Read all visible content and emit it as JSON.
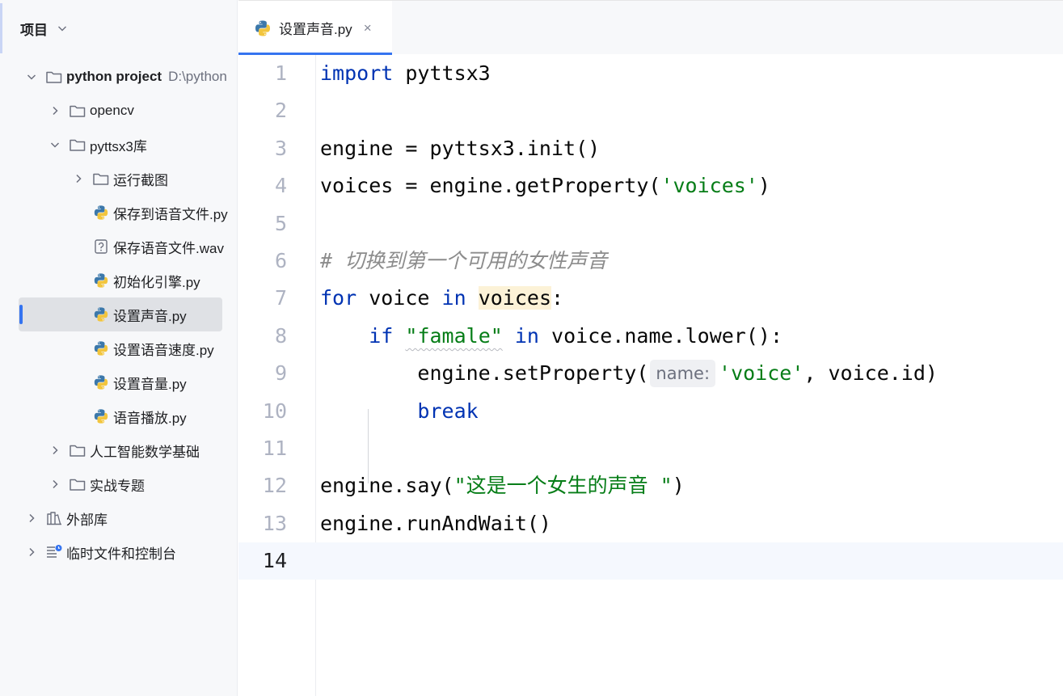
{
  "project_panel": {
    "title": "项目",
    "tree": [
      {
        "name": "tree-item-python-project",
        "label": "python project",
        "hint": "D:\\python",
        "depth": 0,
        "expanded": true,
        "icon": "folder-icon",
        "bold": true
      },
      {
        "name": "tree-item-opencv",
        "label": "opencv",
        "depth": 1,
        "expanded": false,
        "icon": "folder-icon"
      },
      {
        "name": "tree-item-pyttsx3",
        "label": "pyttsx3库",
        "depth": 1,
        "expanded": true,
        "icon": "folder-icon"
      },
      {
        "name": "tree-item-run-screenshots",
        "label": "运行截图",
        "depth": 2,
        "expanded": false,
        "icon": "folder-icon"
      },
      {
        "name": "tree-item-save-to-audio-file",
        "label": "保存到语音文件.py",
        "depth": 2,
        "icon": "python-file-icon"
      },
      {
        "name": "tree-item-wav-file",
        "label": "保存语音文件.wav",
        "depth": 2,
        "icon": "unknown-file-icon"
      },
      {
        "name": "tree-item-init-engine",
        "label": "初始化引擎.py",
        "depth": 2,
        "icon": "python-file-icon"
      },
      {
        "name": "tree-item-set-voice",
        "label": "设置声音.py",
        "depth": 2,
        "icon": "python-file-icon",
        "selected": true
      },
      {
        "name": "tree-item-set-rate",
        "label": "设置语音速度.py",
        "depth": 2,
        "icon": "python-file-icon"
      },
      {
        "name": "tree-item-set-volume",
        "label": "设置音量.py",
        "depth": 2,
        "icon": "python-file-icon"
      },
      {
        "name": "tree-item-play-speech",
        "label": "语音播放.py",
        "depth": 2,
        "icon": "python-file-icon"
      },
      {
        "name": "tree-item-ai-math",
        "label": "人工智能数学基础",
        "depth": 1,
        "expanded": false,
        "icon": "folder-icon"
      },
      {
        "name": "tree-item-practice",
        "label": "实战专题",
        "depth": 1,
        "expanded": false,
        "icon": "folder-icon"
      },
      {
        "name": "tree-item-external-libs",
        "label": "外部库",
        "depth": 0,
        "expanded": false,
        "icon": "library-icon"
      },
      {
        "name": "tree-item-scratches",
        "label": "临时文件和控制台",
        "depth": 0,
        "expanded": false,
        "icon": "scratches-icon"
      }
    ]
  },
  "editor": {
    "tab": {
      "label": "设置声音.py",
      "close": "×"
    },
    "current_line": 14,
    "lines": [
      [
        {
          "t": "import",
          "c": "kw"
        },
        {
          "t": " pyttsx3"
        }
      ],
      [],
      [
        {
          "t": "engine = pyttsx3.init()"
        }
      ],
      [
        {
          "t": "voices = engine.getProperty("
        },
        {
          "t": "'voices'",
          "c": "str"
        },
        {
          "t": ")"
        }
      ],
      [],
      [
        {
          "t": "# 切换到第一个可用的女性声音",
          "c": "cmt"
        }
      ],
      [
        {
          "t": "for",
          "c": "kw"
        },
        {
          "t": " voice "
        },
        {
          "t": "in",
          "c": "kw"
        },
        {
          "t": " "
        },
        {
          "t": "voices",
          "c": "hl"
        },
        {
          "t": ":"
        }
      ],
      [
        {
          "t": "    "
        },
        {
          "t": "if",
          "c": "kw"
        },
        {
          "t": " "
        },
        {
          "t": "\"famale\"",
          "c": "str squiggle"
        },
        {
          "t": " "
        },
        {
          "t": "in",
          "c": "kw"
        },
        {
          "t": " voice.name.lower():"
        }
      ],
      [
        {
          "t": "        engine.setProperty("
        },
        {
          "t": "name:",
          "c": "hint"
        },
        {
          "t": "'voice'",
          "c": "str"
        },
        {
          "t": ", voice.id)"
        }
      ],
      [
        {
          "t": "        "
        },
        {
          "t": "break",
          "c": "kw"
        }
      ],
      [],
      [
        {
          "t": "engine.say("
        },
        {
          "t": "\"这是一个女生的声音 \"",
          "c": "str"
        },
        {
          "t": ")"
        }
      ],
      [
        {
          "t": "engine.runAndWait()"
        }
      ],
      []
    ]
  },
  "colors": {
    "accent": "#3574f0",
    "keyword": "#0033b3",
    "string": "#067d17",
    "comment": "#8c8c8c"
  }
}
